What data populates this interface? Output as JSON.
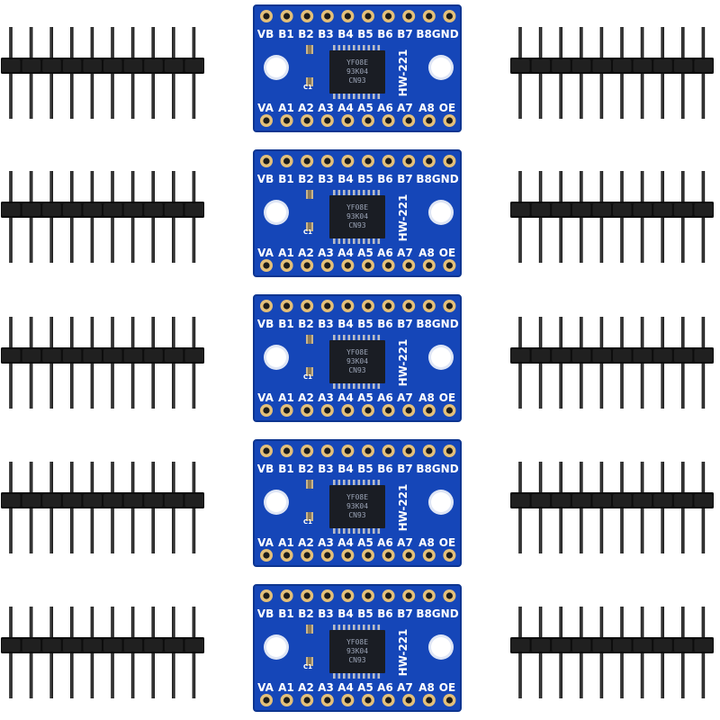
{
  "product": {
    "board_count": 5,
    "header_strip_count": 10,
    "pins_per_strip": 10
  },
  "board": {
    "top_labels": [
      "VB",
      "B1",
      "B2",
      "B3",
      "B4",
      "B5",
      "B6",
      "B7",
      "B8GND"
    ],
    "bottom_labels": [
      "VA",
      "A1",
      "A2",
      "A3",
      "A4",
      "A5",
      "A6",
      "A7",
      "A8",
      "OE"
    ],
    "model": "HW-221",
    "chip_lines": [
      "YF08E",
      "93K04",
      "CN93"
    ],
    "cap_label": "C1",
    "colors": {
      "pcb": "#1546b8",
      "pcb_edge": "#0d3590",
      "pad": "#e4c079",
      "chip": "#1a1d24",
      "pin": "#1c1c1c",
      "plastic": "#0d0d0d"
    }
  }
}
